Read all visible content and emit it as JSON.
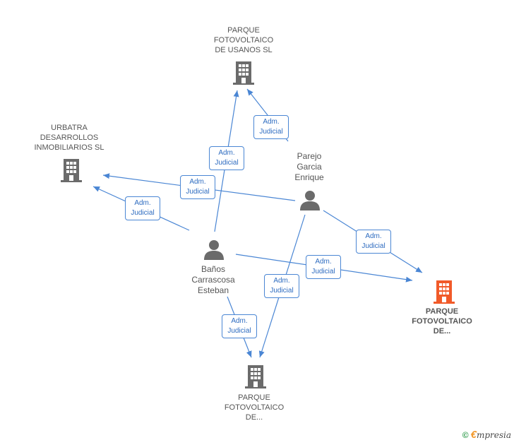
{
  "colors": {
    "edge": "#4a86d4",
    "building": "#6b6b6b",
    "building_highlight": "#f15a29",
    "person": "#6b6b6b"
  },
  "nodes": {
    "usanos": {
      "lines": [
        "PARQUE",
        "FOTOVOLTAICO",
        "DE USANOS SL"
      ],
      "icon": "building-icon"
    },
    "urbatra": {
      "lines": [
        "URBATRA",
        "DESARROLLOS",
        "INMOBILIARIOS SL"
      ],
      "icon": "building-icon"
    },
    "parque_right": {
      "lines": [
        "PARQUE",
        "FOTOVOLTAICO",
        "DE..."
      ],
      "icon": "building-icon"
    },
    "parque_bottom": {
      "lines": [
        "PARQUE",
        "FOTOVOLTAICO",
        "DE..."
      ],
      "icon": "building-icon"
    },
    "parejo": {
      "lines": [
        "Parejo",
        "Garcia",
        "Enrique"
      ],
      "icon": "person-icon"
    },
    "banos": {
      "lines": [
        "Baños",
        "Carrascosa",
        "Esteban"
      ],
      "icon": "person-icon"
    }
  },
  "relation": {
    "line1": "Adm.",
    "line2": "Judicial"
  },
  "footer": {
    "copyright": "©",
    "brand_initial": "€",
    "brand_rest": "mpresia"
  }
}
